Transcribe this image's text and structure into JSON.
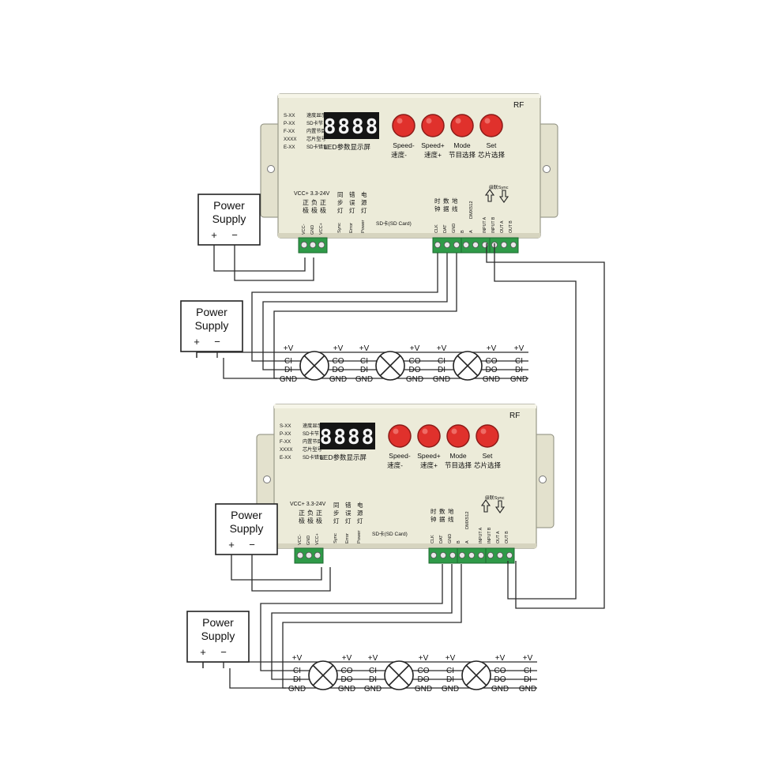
{
  "controller": {
    "brand": "RF",
    "legend": [
      {
        "code": "S-XX",
        "desc": "速度显示"
      },
      {
        "code": "P-XX",
        "desc": "SD卡节目"
      },
      {
        "code": "F-XX",
        "desc": "内置节目"
      },
      {
        "code": "XXXX",
        "desc": "芯片型号"
      },
      {
        "code": "E-XX",
        "desc": "SD卡错误"
      }
    ],
    "display_digits": "8888",
    "display_label": "LED参数显示屏",
    "buttons": [
      {
        "en": "Speed-",
        "cn": "速度-"
      },
      {
        "en": "Speed+",
        "cn": "速度+"
      },
      {
        "en": "Mode",
        "cn": "节目选择"
      },
      {
        "en": "Set",
        "cn": "芯片选择"
      }
    ],
    "vcc_label": "VCC+ 3.3-24V",
    "power_terminals": [
      {
        "cn": "正极",
        "en": "VCC-"
      },
      {
        "cn": "负极",
        "en": "GND"
      },
      {
        "cn": "正极",
        "en": "VCC+"
      }
    ],
    "status_leds": [
      {
        "cn": "同步灯",
        "en": "Sync"
      },
      {
        "cn": "错误灯",
        "en": "Error"
      },
      {
        "cn": "电源灯",
        "en": "Power"
      }
    ],
    "sd_label": "SD卡(SD Card)",
    "signal_terminals": [
      {
        "cn": "时钟",
        "en": "CLK"
      },
      {
        "cn": "数据",
        "en": "DAT"
      },
      {
        "cn": "地线",
        "en": "GND"
      }
    ],
    "dmx_label": "DMX512",
    "dmx_terminals": [
      "B",
      "A"
    ],
    "sync_label": "级联Sync",
    "sync_terminals": [
      "INPUT A",
      "INPUT B",
      "OUT A",
      "OUT B"
    ],
    "brand_colors": {
      "body": "#ecebd9",
      "button": "#e0312c",
      "terminal": "#2f9a48",
      "display": "#151515"
    }
  },
  "power_supply": {
    "line1": "Power",
    "line2": "Supply",
    "plus": "+",
    "minus": "−"
  },
  "pixel_labels": {
    "vplus": "+V",
    "ci": "CI",
    "di": "DI",
    "co": "CO",
    "do": "DO",
    "gnd": "GND"
  }
}
